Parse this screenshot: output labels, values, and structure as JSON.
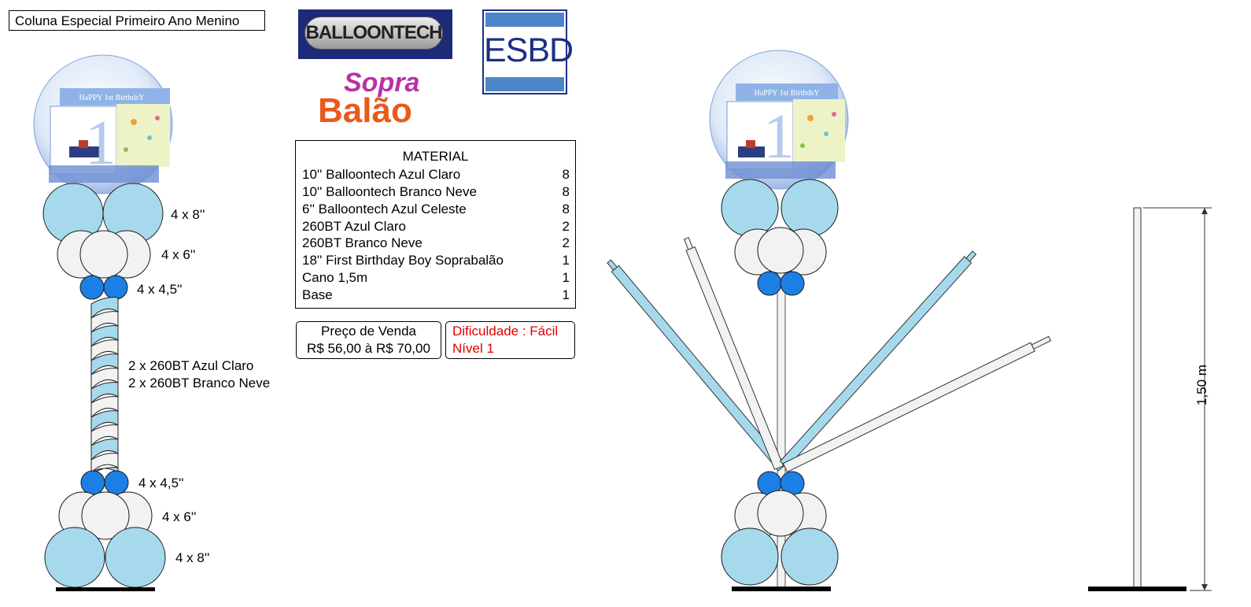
{
  "title": "Coluna Especial Primeiro Ano Menino",
  "logos": {
    "balloontech": "BALLOONTECH",
    "esbd": "ESBD",
    "sopra_top": "Sopra",
    "sopra_bottom": "Balão"
  },
  "foil": {
    "line1": "HaPPY 1st BirthdsY",
    "number": "1"
  },
  "labels": {
    "top_8": "4 x 8''",
    "top_6": "4 x 6''",
    "top_45": "4 x 4,5''",
    "twist_1": "2 x 260BT Azul Claro",
    "twist_2": "2 x 260BT Branco Neve",
    "bottom_45": "4 x 4,5''",
    "bottom_6": "4 x 6''",
    "bottom_8": "4 x 8''"
  },
  "material": {
    "header": "MATERIAL",
    "items": [
      {
        "name": "10'' Balloontech Azul Claro",
        "qty": "8"
      },
      {
        "name": "10'' Balloontech Branco Neve",
        "qty": "8"
      },
      {
        "name": "6'' Balloontech Azul Celeste",
        "qty": "8"
      },
      {
        "name": "260BT Azul Claro",
        "qty": "2"
      },
      {
        "name": "260BT Branco Neve",
        "qty": "2"
      },
      {
        "name": "18'' First Birthday Boy Soprabalão",
        "qty": "1"
      },
      {
        "name": "Cano 1,5m",
        "qty": "1"
      },
      {
        "name": "Base",
        "qty": "1"
      }
    ]
  },
  "price": {
    "label": "Preço de Venda",
    "value": "R$ 56,00 à R$ 70,00"
  },
  "difficulty": {
    "line1": "Dificuldade : Fácil",
    "line2": "Nível 1"
  },
  "dimension": "1,50 m",
  "colors": {
    "light_blue": "#a6d9ec",
    "white_balloon": "#f2f2f2",
    "celeste": "#1c7fe6",
    "base": "#000000"
  }
}
